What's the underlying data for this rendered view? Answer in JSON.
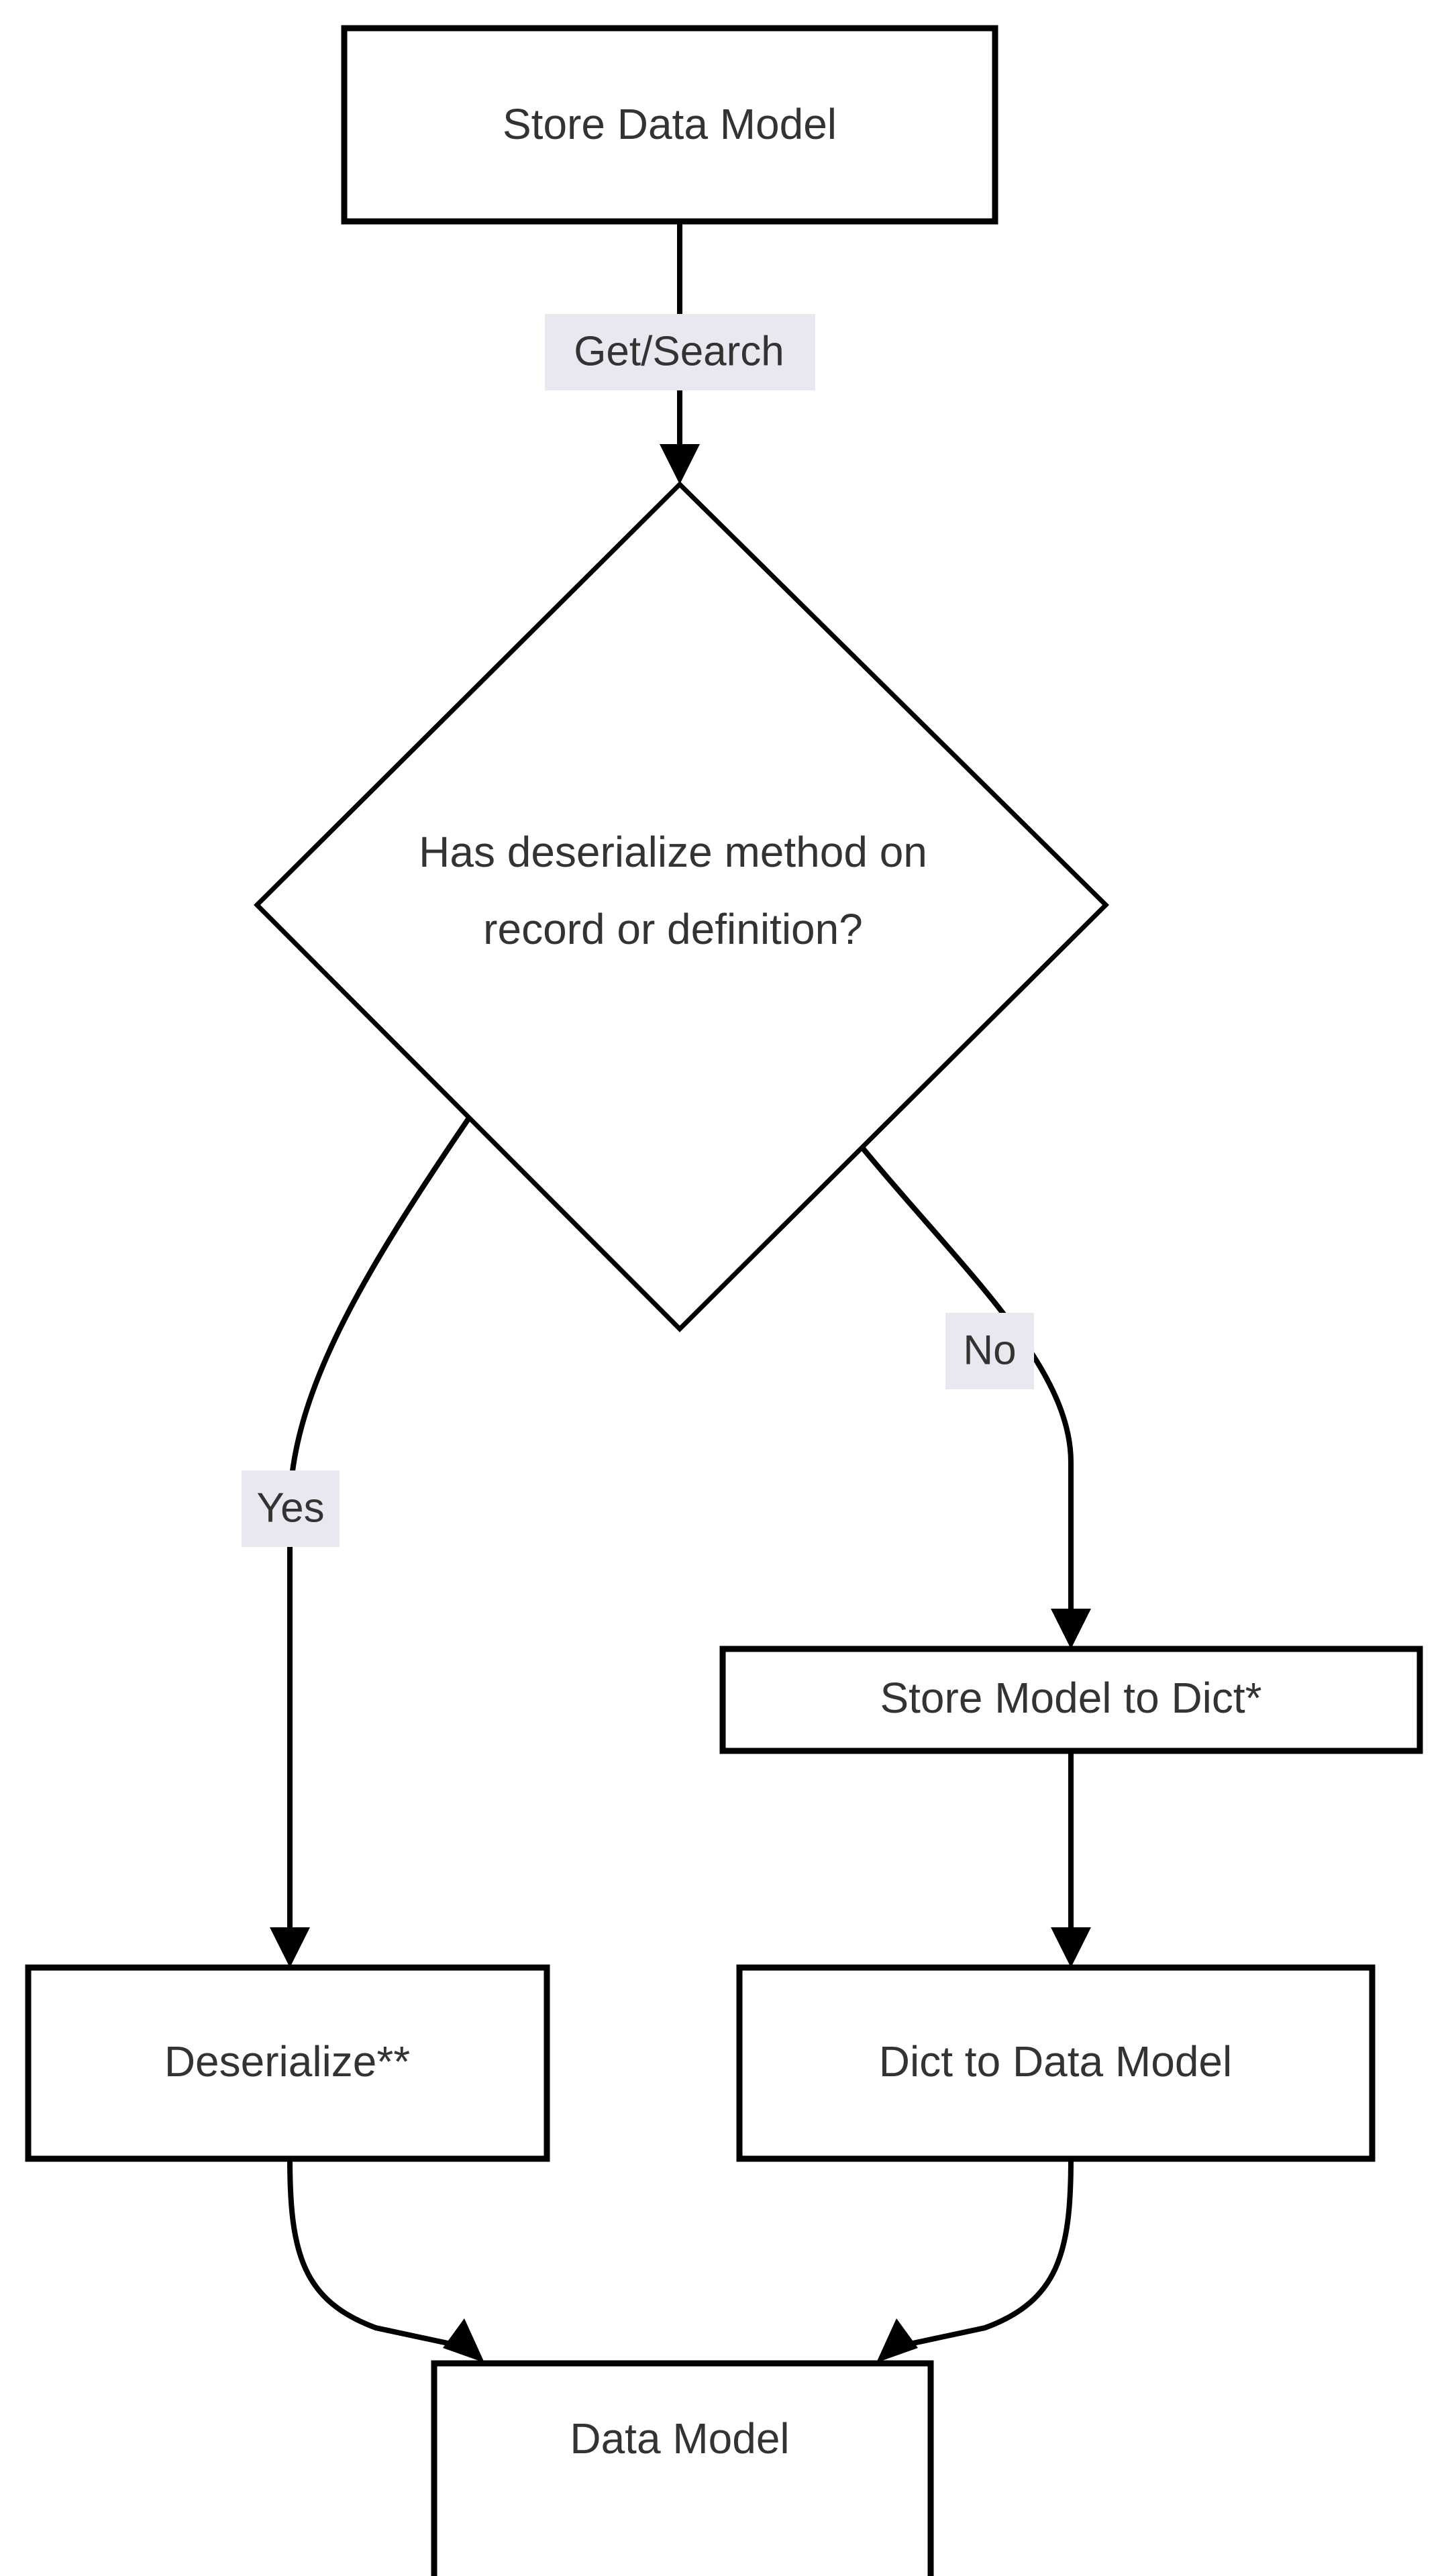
{
  "diagram": {
    "type": "flowchart",
    "orientation": "top-to-bottom",
    "background_color": "#ffffff",
    "node_fill_color": "#ffffff",
    "node_stroke_color": "#000000",
    "text_color": "#333333",
    "edge_label_bg_color": "#e8e8f0",
    "nodes": [
      {
        "id": "store_data_model",
        "shape": "rectangle",
        "label": "Store Data Model"
      },
      {
        "id": "has_deserialize",
        "shape": "diamond",
        "label_line1": "Has deserialize method on",
        "label_line2": "record or definition?"
      },
      {
        "id": "store_model_to_dict",
        "shape": "rectangle",
        "label": "Store Model to Dict*"
      },
      {
        "id": "deserialize",
        "shape": "rectangle",
        "label": "Deserialize**"
      },
      {
        "id": "dict_to_data_model",
        "shape": "rectangle",
        "label": "Dict to Data Model"
      },
      {
        "id": "data_model",
        "shape": "rectangle",
        "label": "Data Model"
      }
    ],
    "edges": [
      {
        "id": "edge_store_to_decision",
        "from": "store_data_model",
        "to": "has_deserialize",
        "label": "Get/Search"
      },
      {
        "id": "edge_decision_yes",
        "from": "has_deserialize",
        "to": "deserialize",
        "label": "Yes"
      },
      {
        "id": "edge_decision_no",
        "from": "has_deserialize",
        "to": "store_model_to_dict",
        "label": "No"
      },
      {
        "id": "edge_dict_to_convert",
        "from": "store_model_to_dict",
        "to": "dict_to_data_model",
        "label": ""
      },
      {
        "id": "edge_deserialize_to_result",
        "from": "deserialize",
        "to": "data_model",
        "label": ""
      },
      {
        "id": "edge_convert_to_result",
        "from": "dict_to_data_model",
        "to": "data_model",
        "label": ""
      }
    ]
  }
}
